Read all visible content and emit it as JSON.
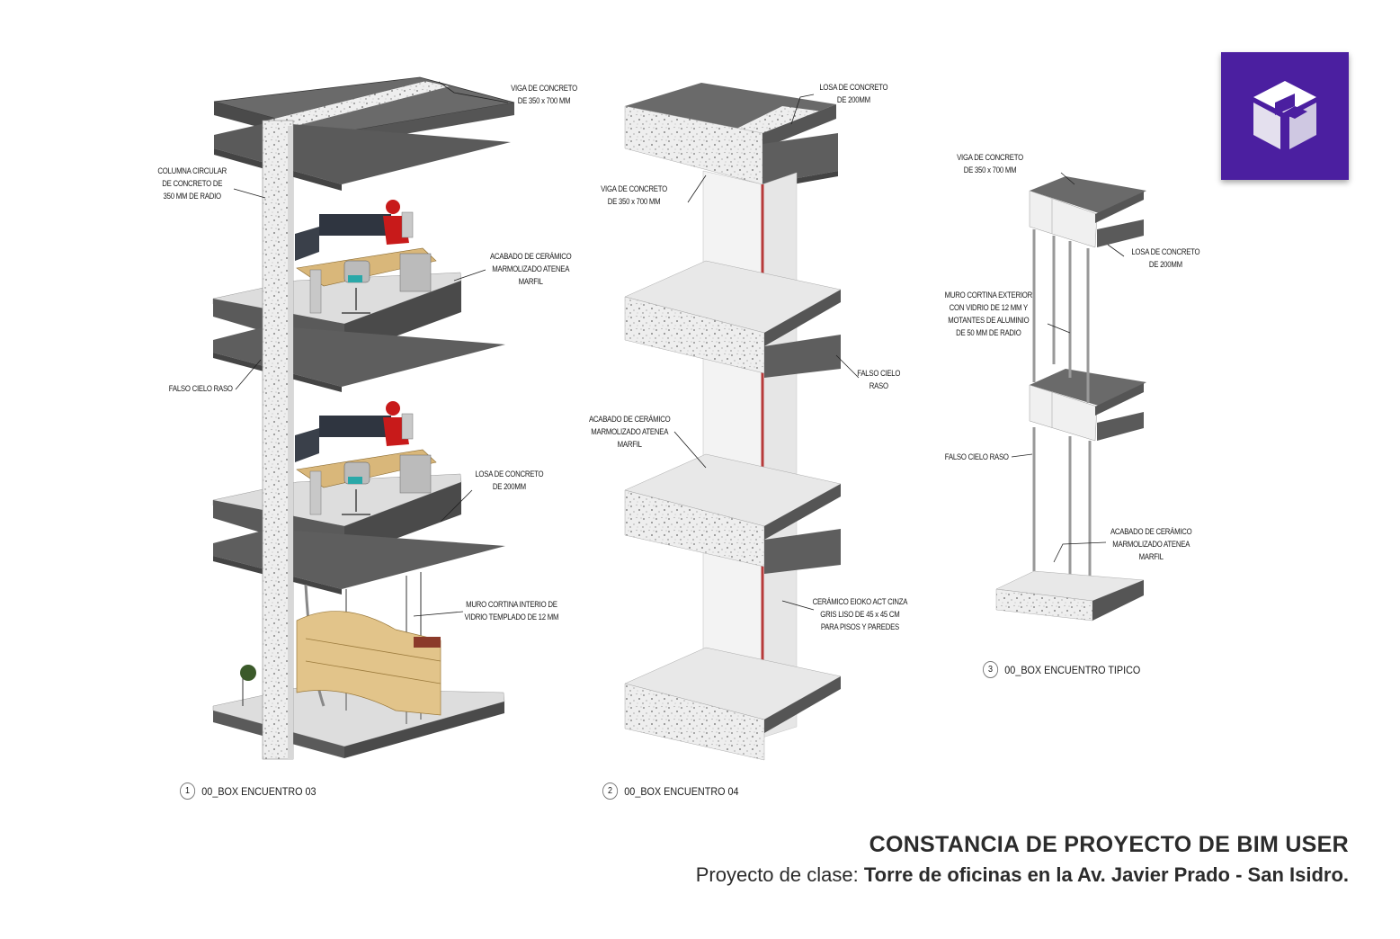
{
  "brand": {
    "logo_color": "#4b1fa0",
    "logo_icon": "bim-cube-icon"
  },
  "labels": {
    "viga1": [
      "VIGA DE CONCRETO",
      "DE 350 x 700 MM"
    ],
    "columna": [
      "COLUMNA CIRCULAR",
      "DE CONCRETO DE",
      "350 MM DE RADIO"
    ],
    "acabado1": [
      "ACABADO DE CERÁMICO",
      "MARMOLIZADO ATENEA",
      "MARFIL"
    ],
    "falso1": [
      "FALSO CIELO RASO"
    ],
    "losa1": [
      "LOSA DE CONCRETO",
      "DE  200MM"
    ],
    "muro1": [
      "MURO CORTINA INTERIO DE",
      "VIDRIO TEMPLADO DE 12 MM"
    ],
    "losa2": [
      "LOSA DE CONCRETO",
      "DE 200MM"
    ],
    "viga2": [
      "VIGA DE CONCRETO",
      "DE 350 x 700 MM"
    ],
    "falso2": [
      "FALSO CIELO",
      "RASO"
    ],
    "acabado2": [
      "ACABADO DE CERÁMICO",
      "MARMOLIZADO ATENEA",
      "MARFIL"
    ],
    "ceramico": [
      "CERÁMICO EIOKO ACT CINZA",
      "GRIS LISO DE 45 x 45 CM",
      "PARA PISOS Y PAREDES"
    ],
    "viga3": [
      "VIGA DE CONCRETO",
      "DE 350 x 700 MM"
    ],
    "losa3": [
      "LOSA DE CONCRETO",
      "DE 200MM"
    ],
    "muro3": [
      "MURO CORTINA EXTERIOR",
      "CON VIDRIO DE 12 MM Y",
      "MOTANTES DE ALUMINIO",
      "DE 50 MM DE RADIO"
    ],
    "falso3": [
      "FALSO CIELO RASO"
    ],
    "acabado3": [
      "ACABADO DE CERÁMICO",
      "MARMOLIZADO ATENEA",
      "MARFIL"
    ]
  },
  "captions": [
    {
      "num": "1",
      "text": "00_BOX ENCUENTRO 03"
    },
    {
      "num": "2",
      "text": "00_BOX ENCUENTRO 04"
    },
    {
      "num": "3",
      "text": "00_BOX ENCUENTRO TIPICO"
    }
  ],
  "footer": {
    "title": "CONSTANCIA DE PROYECTO DE BIM USER",
    "subtitle_prefix": "Proyecto de clase: ",
    "subtitle_bold": "Torre de oficinas en la Av. Javier Prado - San Isidro."
  }
}
